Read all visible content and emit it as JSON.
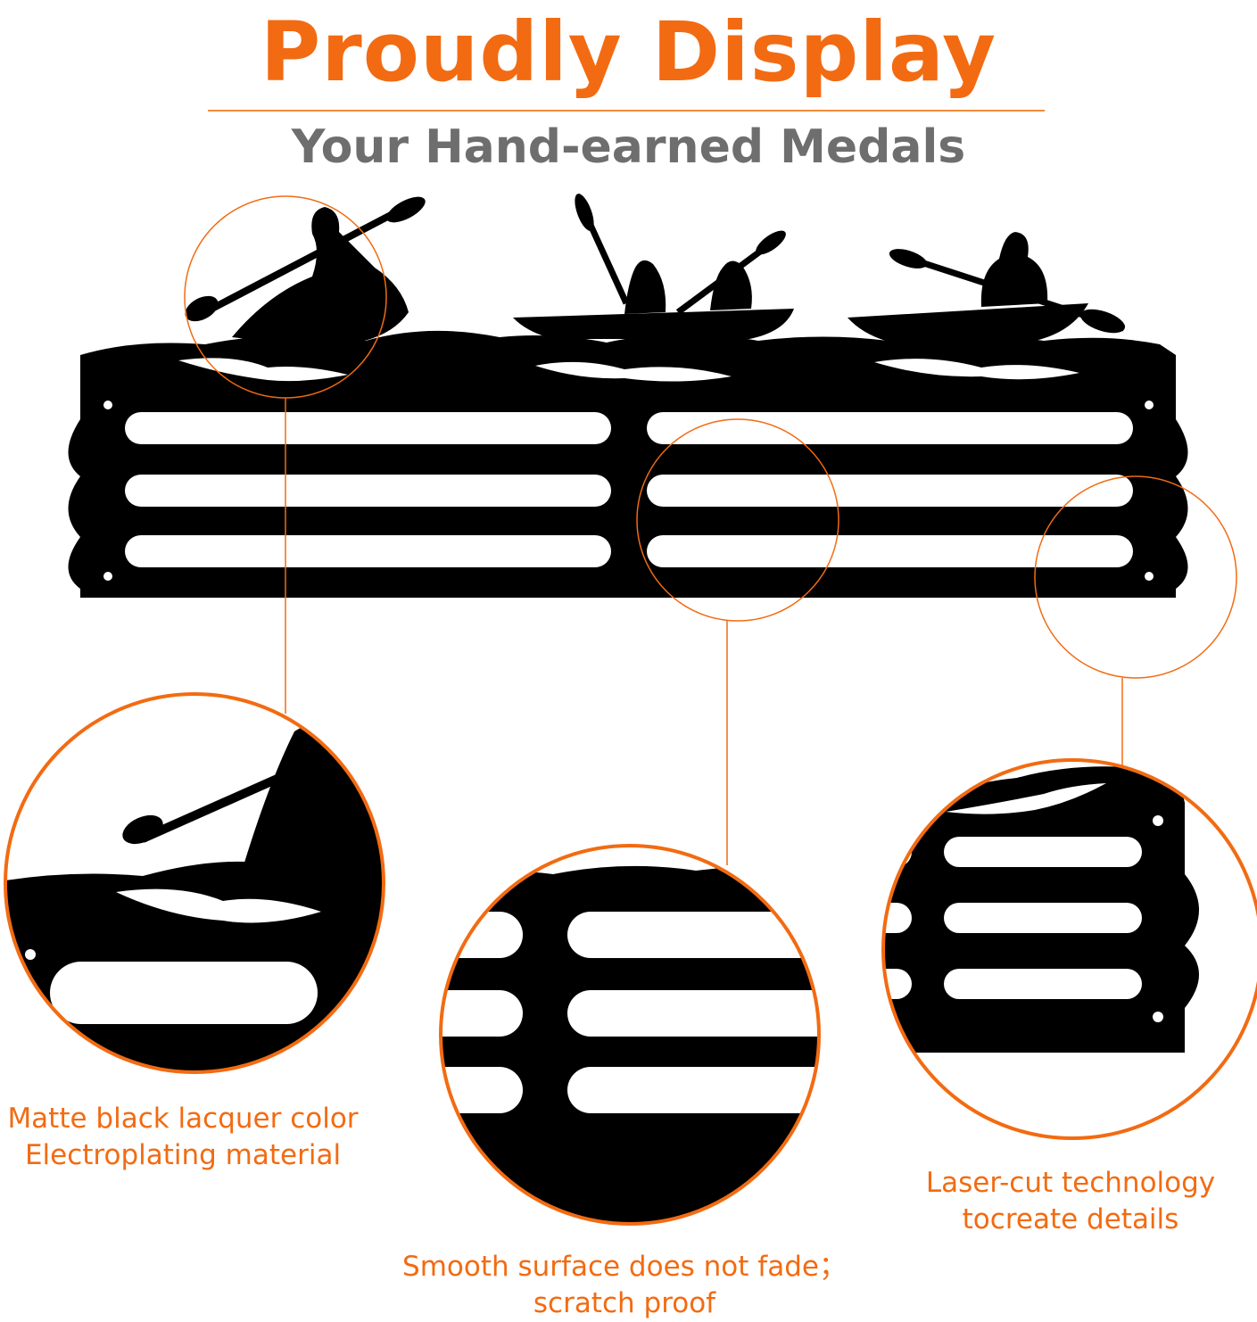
{
  "header": {
    "title": "Proudly Display",
    "subtitle": "Your Hand-earned Medals"
  },
  "colors": {
    "accent": "#f26b12",
    "metal": "#000000",
    "subtitle_gray": "#6e6e6e"
  },
  "features": [
    {
      "line1": "Matte black lacquer color",
      "line2": "Electroplating material"
    },
    {
      "line1": "Smooth surface does not fade；",
      "line2": "scratch proof"
    },
    {
      "line1": "Laser-cut technology",
      "line2": "tocreate details"
    }
  ]
}
